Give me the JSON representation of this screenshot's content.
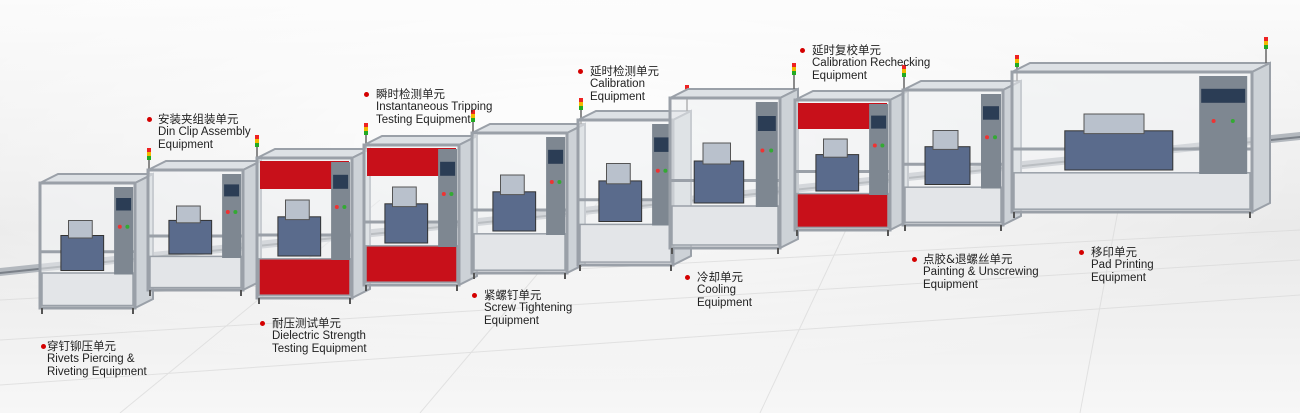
{
  "stations": [
    {
      "cn": "穿钉铆压单元",
      "en1": "Rivets Piercing &",
      "en2": "Riveting Equipment"
    },
    {
      "cn": "安装夹组装单元",
      "en1": "Din Clip Assembly",
      "en2": "Equipment"
    },
    {
      "cn": "耐压测试单元",
      "en1": "Dielectric Strength",
      "en2": "Testing Equipment"
    },
    {
      "cn": "瞬时检测单元",
      "en1": "Instantaneous Tripping",
      "en2": "Testing Equipment"
    },
    {
      "cn": "紧螺钉单元",
      "en1": "Screw Tightening",
      "en2": "Equipment"
    },
    {
      "cn": "延时检测单元",
      "en1": "Calibration",
      "en2": "Equipment"
    },
    {
      "cn": "冷却单元",
      "en1": "Cooling",
      "en2": "Equipment"
    },
    {
      "cn": "延时复校单元",
      "en1": "Calibration Rechecking",
      "en2": "Equipment"
    },
    {
      "cn": "点胶&退螺丝单元",
      "en1": "Painting & Unscrewing",
      "en2": "Equipment"
    },
    {
      "cn": "移印单元",
      "en1": "Pad Printing",
      "en2": "Equipment"
    }
  ],
  "colors": {
    "frame": "#9aa0a8",
    "panel": "#c8101a",
    "cabinet": "#7e8791",
    "dot": "#d40000"
  }
}
